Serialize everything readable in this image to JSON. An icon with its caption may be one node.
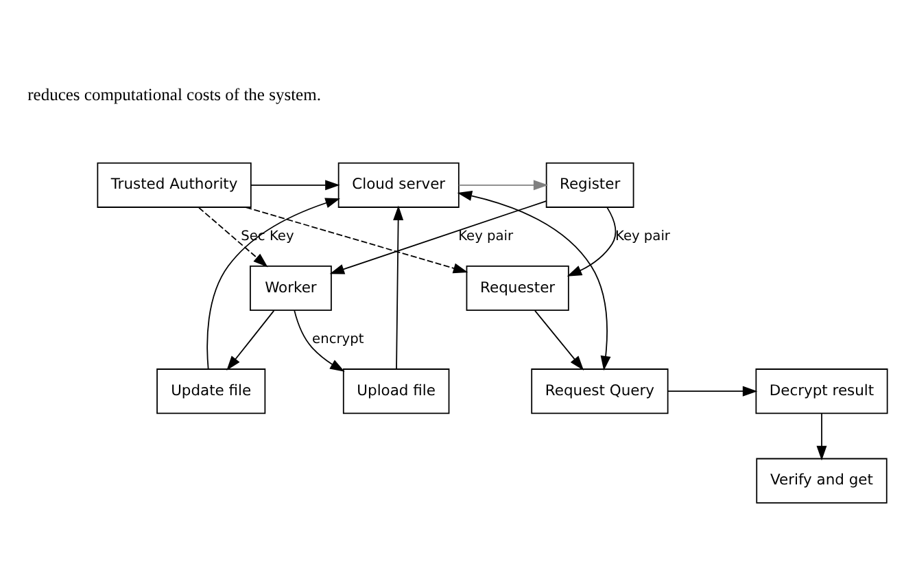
{
  "diagram": {
    "nodes": [
      {
        "text": [
          "Trusted Authority"
        ]
      },
      {
        "text": [
          "Cloud server"
        ]
      },
      {
        "text": [
          "Register"
        ]
      },
      {
        "text": [
          "Worker"
        ]
      },
      {
        "text": [
          "Requester"
        ]
      },
      {
        "text": [
          "Update file"
        ]
      },
      {
        "text": [
          "Upload file"
        ]
      },
      {
        "text": [
          "Request Query"
        ]
      },
      {
        "text": [
          "Decrypt result"
        ]
      },
      {
        "text": [
          "Verify and get"
        ]
      }
    ],
    "edges": [
      {
        "from": 0,
        "to": 1,
        "arrow": "to"
      },
      {
        "from": 1,
        "to": 2,
        "arrow": "to",
        "color": "#808080"
      },
      {
        "from": 2,
        "to": 3,
        "arrow": "to",
        "label": "Key pair"
      },
      {
        "from": 2,
        "to": 4,
        "arrow": "to",
        "label": "Key pair"
      },
      {
        "from": 0,
        "to": 3,
        "arrow": "to",
        "style": "dashed",
        "label": "Sec Key"
      },
      {
        "from": 0,
        "to": 4,
        "arrow": "to",
        "style": "dashed"
      },
      {
        "from": 3,
        "to": 5,
        "arrow": "to"
      },
      {
        "from": 5,
        "to": 1,
        "arrow": "to"
      },
      {
        "from": 3,
        "to": 6,
        "arrow": "to",
        "label": "encrypt"
      },
      {
        "from": 6,
        "to": 1,
        "arrow": "to"
      },
      {
        "from": 1,
        "to": 7,
        "arrow": "both"
      },
      {
        "from": 4,
        "to": 7,
        "arrow": "to"
      },
      {
        "from": 7,
        "to": 8,
        "arrow": "to"
      },
      {
        "from": 8,
        "to": 9,
        "arrow": "to"
      }
    ],
    "labels": [
      "reduces computational costs of the system."
    ]
  }
}
